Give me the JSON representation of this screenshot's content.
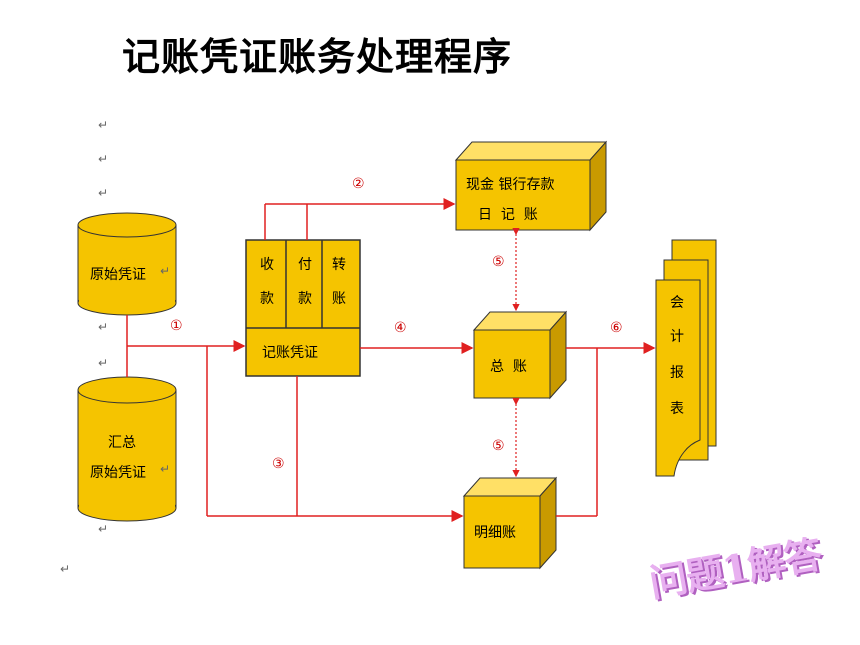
{
  "title": "记账凭证账务处理程序",
  "source_doc": {
    "line1": "原始凭证"
  },
  "summary_doc": {
    "line1": "汇总",
    "line2": "原始凭证"
  },
  "voucher": {
    "col1": {
      "top": "收",
      "bottom": "款"
    },
    "col2": {
      "top": "付",
      "bottom": "款"
    },
    "col3": {
      "top": "转",
      "bottom": "账"
    },
    "label": "记账凭证"
  },
  "journal": {
    "line1": "现金 银行存款",
    "line2": "日  记  账"
  },
  "ledger": {
    "label": "总  账"
  },
  "subledger": {
    "label": "明细账"
  },
  "report": {
    "chars": [
      "会",
      "计",
      "报",
      "表"
    ]
  },
  "steps": [
    "①",
    "②",
    "③",
    "④",
    "⑤",
    "⑤",
    "⑥"
  ],
  "return_mark": "↵",
  "badge": "问题1解答",
  "colors": {
    "box": "#F5C400",
    "box_side": "#B88A00",
    "arrow": "#E02020",
    "border": "#000000"
  }
}
